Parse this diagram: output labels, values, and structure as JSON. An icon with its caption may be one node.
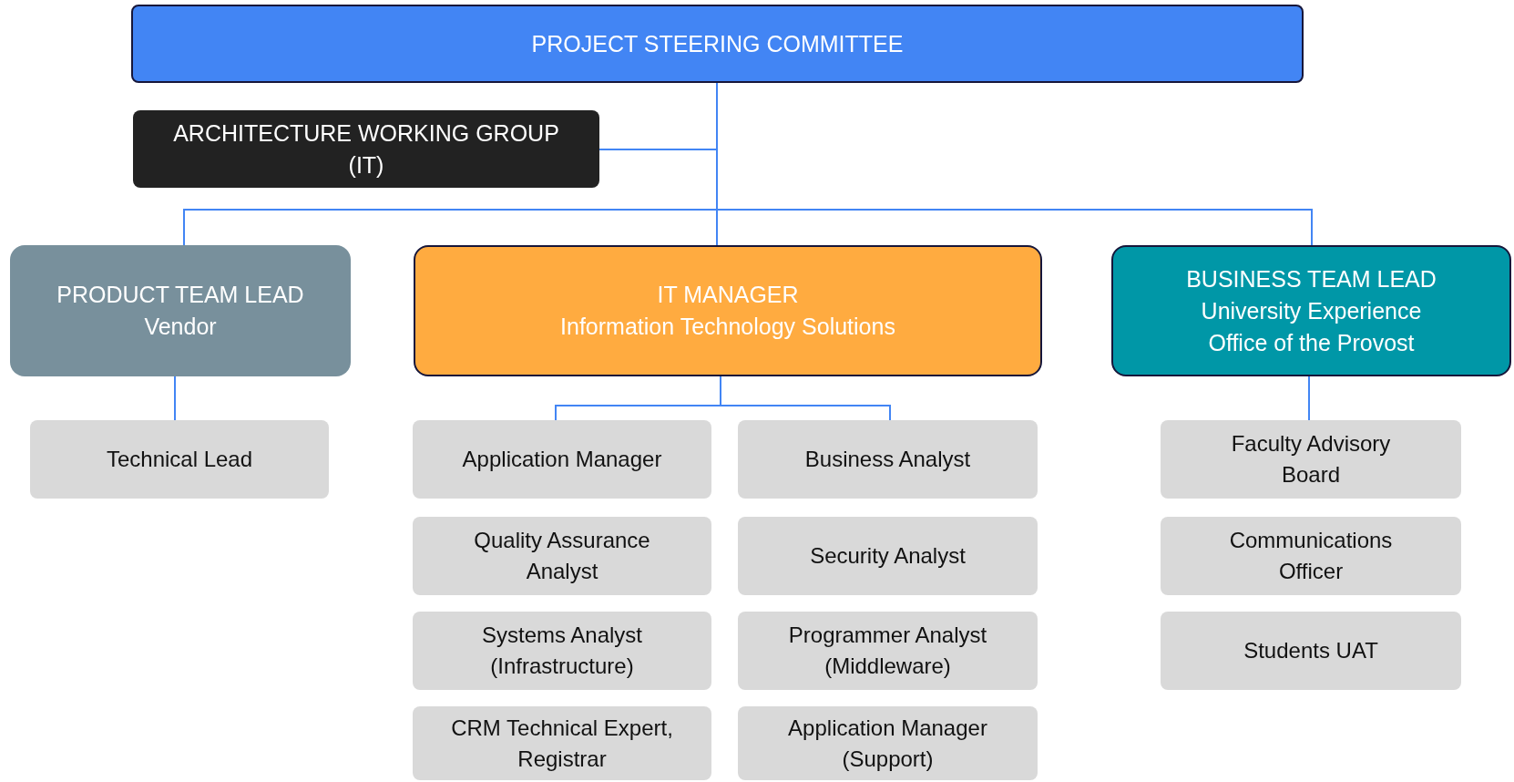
{
  "diagram": {
    "nodes": [
      {
        "text": [
          "PROJECT STEERING COMMITTEE"
        ]
      },
      {
        "text": [
          "ARCHITECTURE WORKING GROUP (IT)"
        ]
      },
      {
        "text": [
          "PRODUCT TEAM LEAD",
          "Vendor"
        ]
      },
      {
        "text": [
          "IT MANAGER",
          "Information Technology Solutions"
        ]
      },
      {
        "text": [
          "BUSINESS TEAM LEAD",
          "University Experience",
          "Office of the Provost"
        ]
      },
      {
        "text": [
          "Technical Lead"
        ]
      },
      {
        "text": [
          "Application Manager"
        ]
      },
      {
        "text": [
          "Business Analyst"
        ]
      },
      {
        "text": [
          "Quality Assurance Analyst"
        ]
      },
      {
        "text": [
          "Security Analyst"
        ]
      },
      {
        "text": [
          "Systems Analyst (Infrastructure)"
        ]
      },
      {
        "text": [
          "Programmer Analyst (Middleware)"
        ]
      },
      {
        "text": [
          "CRM Technical Expert, Registrar"
        ]
      },
      {
        "text": [
          "Application Manager (Support)"
        ]
      },
      {
        "text": [
          "Faculty Advisory Board"
        ]
      },
      {
        "text": [
          "Communications Officer"
        ]
      },
      {
        "text": [
          "Students UAT"
        ]
      }
    ],
    "edges": [
      {
        "from": 0,
        "to": 1,
        "arrow": "none"
      },
      {
        "from": 0,
        "to": 2,
        "arrow": "none"
      },
      {
        "from": 0,
        "to": 3,
        "arrow": "none"
      },
      {
        "from": 0,
        "to": 4,
        "arrow": "none"
      },
      {
        "from": 2,
        "to": 5,
        "arrow": "none"
      },
      {
        "from": 3,
        "to": 6,
        "arrow": "none"
      },
      {
        "from": 3,
        "to": 7,
        "arrow": "none"
      },
      {
        "from": 4,
        "to": 14,
        "arrow": "none"
      }
    ]
  }
}
